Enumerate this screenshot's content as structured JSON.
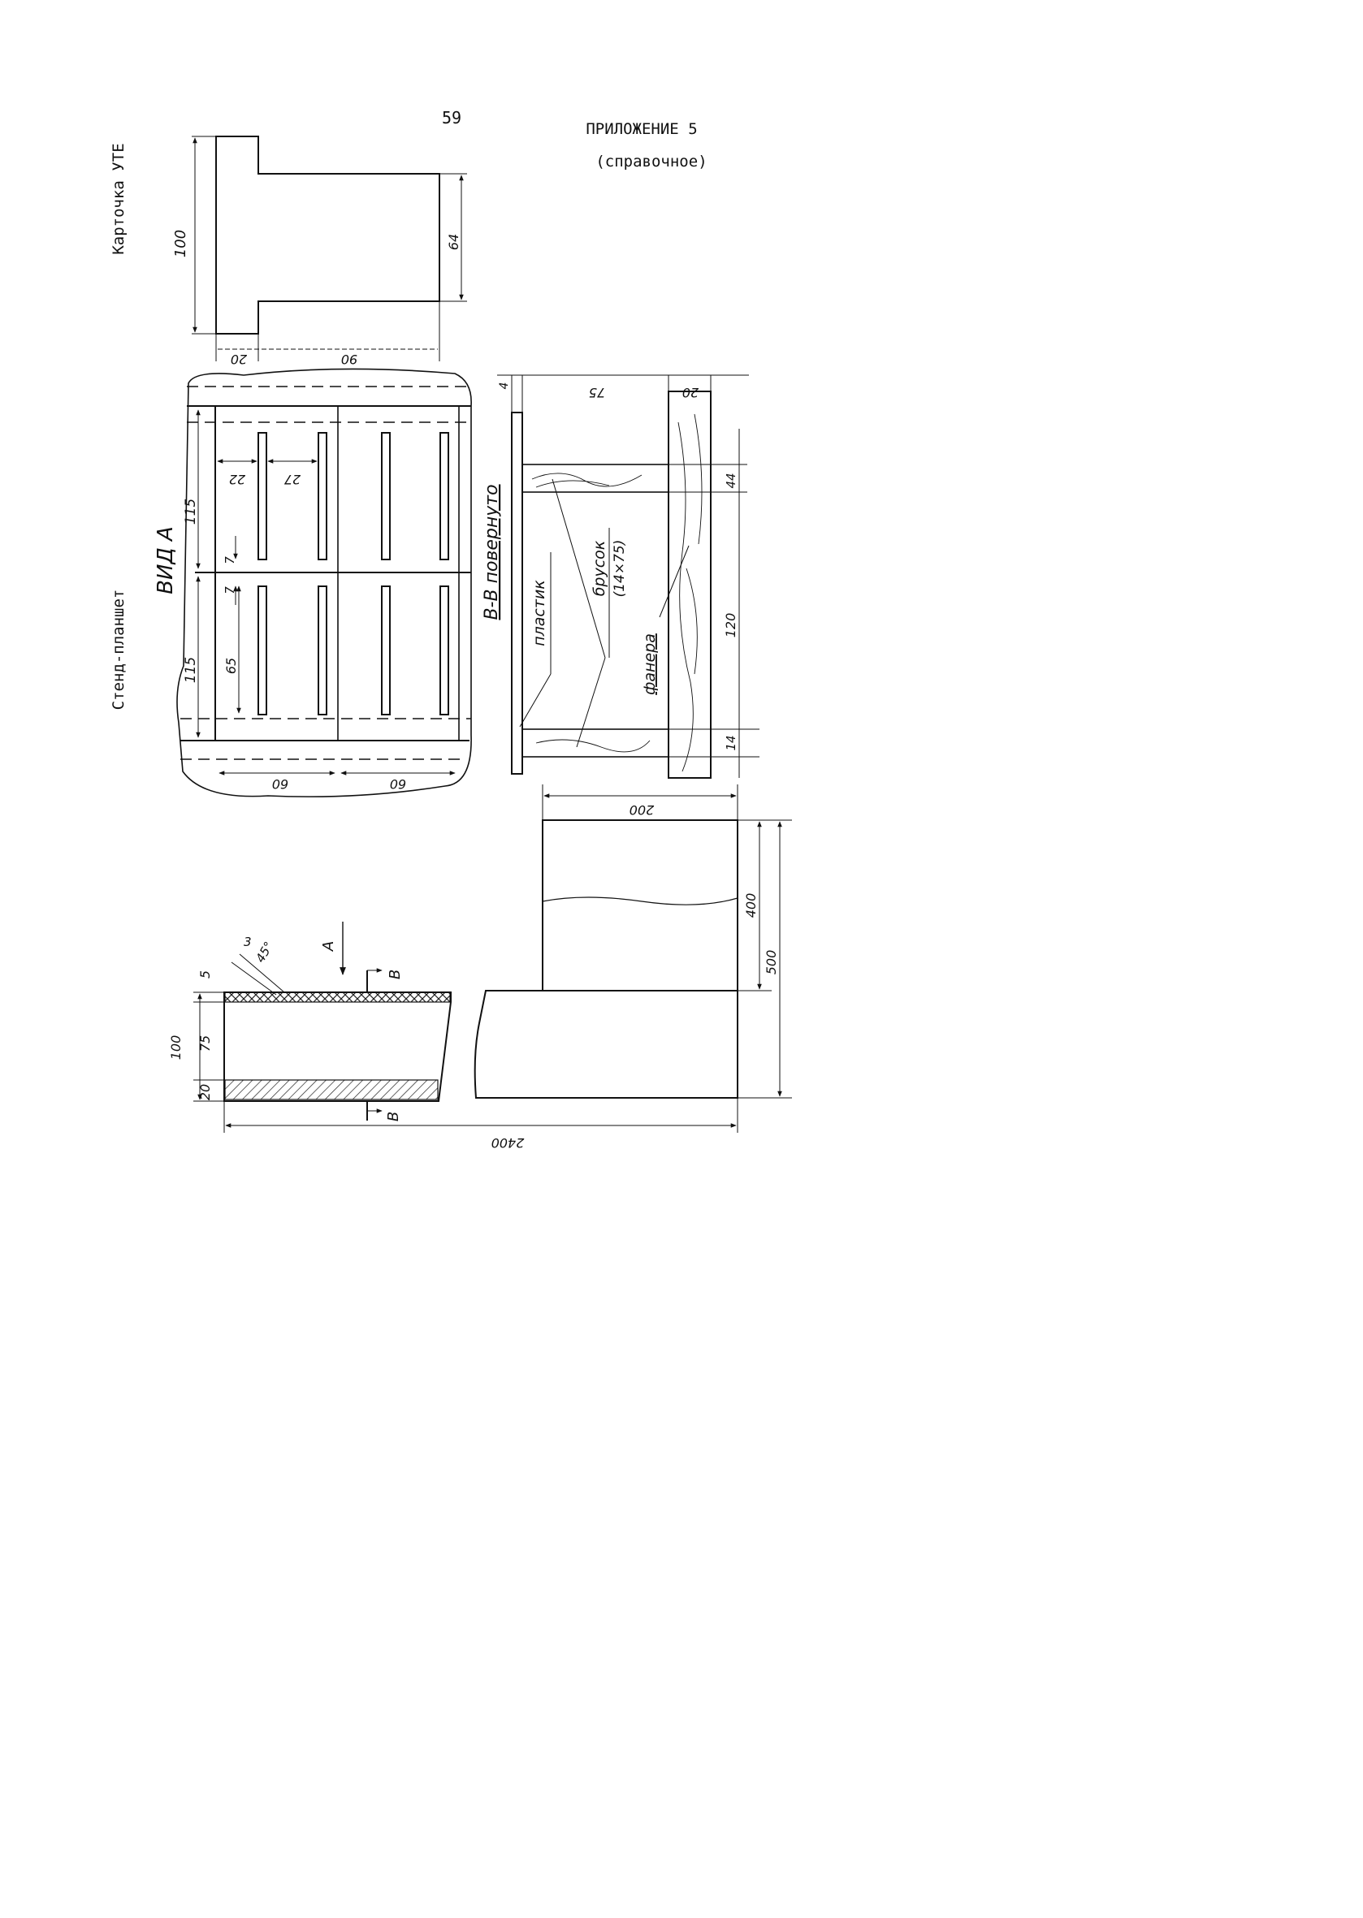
{
  "header": {
    "page_number": "59",
    "appendix_title": "ПРИЛОЖЕНИЕ 5",
    "appendix_note": "(справочное)"
  },
  "card": {
    "title": "Карточка УТЕ",
    "dim_height": "100",
    "dim_right": "64",
    "dim_tab": "20",
    "dim_body": "90"
  },
  "stand": {
    "title": "Стенд-планшет",
    "view_label": "ВИД А",
    "dim_115_top": "115",
    "dim_115_bottom": "115",
    "dim_22": "22",
    "dim_27": "27",
    "dim_7a": "7",
    "dim_7b": "7",
    "dim_65": "65",
    "dim_60_left": "60",
    "dim_60_right": "60"
  },
  "section": {
    "label": "В-В повернуто",
    "dim_gap": "4",
    "dim_75": "75",
    "dim_20": "20",
    "dim_44": "44",
    "dim_120": "120",
    "dim_14": "14",
    "plastic": "пластик",
    "bar": "брусок",
    "bar_size": "(14×75)",
    "plywood": "фанера"
  },
  "frame": {
    "dim_200": "200",
    "dim_400": "400",
    "dim_500": "500",
    "dim_100": "100",
    "dim_75": "75",
    "dim_5": "5",
    "dim_20": "20",
    "dim_3": "3",
    "dim_45": "45°",
    "arrow_a": "А",
    "cut_b_top": "В",
    "cut_b_bottom": "В",
    "dim_2400": "2400"
  }
}
